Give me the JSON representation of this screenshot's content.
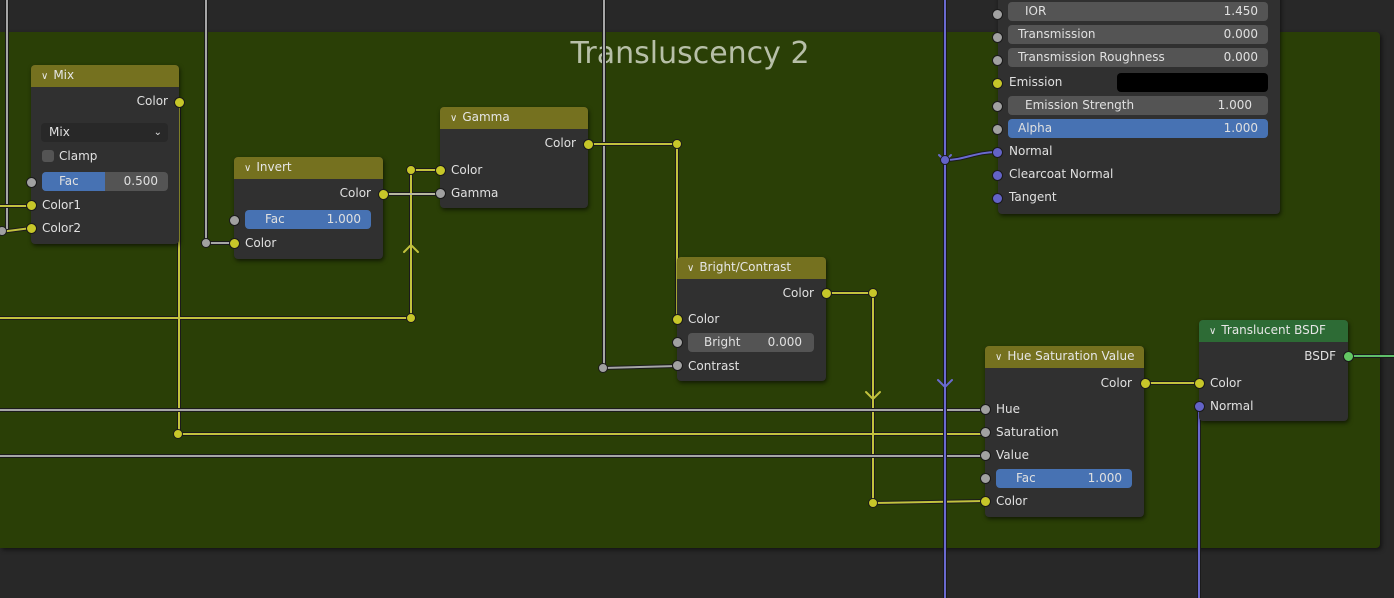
{
  "frame": {
    "label": "Transluscency 2",
    "color": "#2a3f06"
  },
  "colors": {
    "color_socket": "#c7c729",
    "value_socket": "#a1a1a1",
    "vector_socket": "#6363c7",
    "shader_socket": "#63c763",
    "node_header_color": "#75711f",
    "node_header_shader": "#2d6b35",
    "field_blue": "#4772b3"
  },
  "nodes": {
    "mix": {
      "title": "Mix",
      "output": "Color",
      "blend_mode": "Mix",
      "clamp_label": "Clamp",
      "clamp": false,
      "fac_label": "Fac",
      "fac_value": "0.500",
      "fac_fraction": 0.5,
      "input1": "Color1",
      "input2": "Color2"
    },
    "invert": {
      "title": "Invert",
      "output": "Color",
      "fac_label": "Fac",
      "fac_value": "1.000",
      "input": "Color"
    },
    "gamma": {
      "title": "Gamma",
      "output": "Color",
      "input_color": "Color",
      "input_gamma": "Gamma"
    },
    "bright_contrast": {
      "title": "Bright/Contrast",
      "output": "Color",
      "input_color": "Color",
      "bright_label": "Bright",
      "bright_value": "0.000",
      "contrast_label": "Contrast"
    },
    "principled": {
      "fields": [
        {
          "label": "IOR",
          "value": "1.450"
        },
        {
          "label": "Transmission",
          "value": "0.000"
        },
        {
          "label": "Transmission Roughness",
          "value": "0.000"
        }
      ],
      "emission_label": "Emission",
      "emission_color": "#000000",
      "emission_strength_label": "Emission Strength",
      "emission_strength_value": "1.000",
      "alpha_label": "Alpha",
      "alpha_value": "1.000",
      "normal": "Normal",
      "clearcoat_normal": "Clearcoat Normal",
      "tangent": "Tangent"
    },
    "hsv": {
      "title": "Hue Saturation Value",
      "output": "Color",
      "hue": "Hue",
      "saturation": "Saturation",
      "value": "Value",
      "fac_label": "Fac",
      "fac_value": "1.000",
      "input_color": "Color"
    },
    "translucent": {
      "title": "Translucent BSDF",
      "output": "BSDF",
      "input_color": "Color",
      "input_normal": "Normal"
    }
  },
  "icons": {
    "collapse": "chevron-down-icon",
    "dropdown": "chevron-down-icon"
  }
}
